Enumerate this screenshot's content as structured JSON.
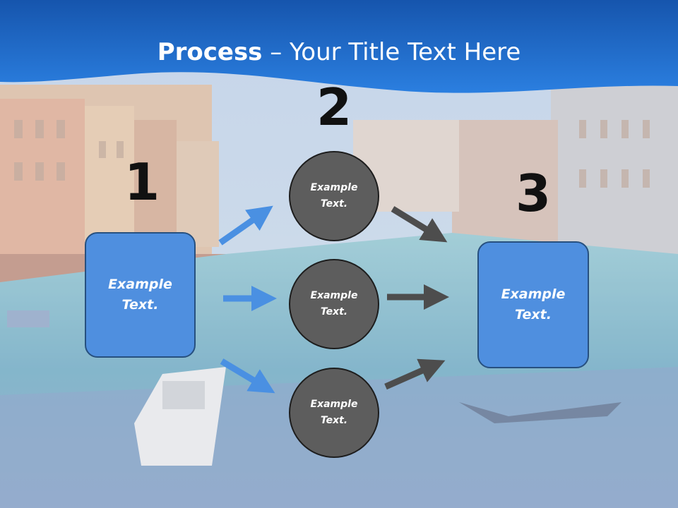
{
  "title": {
    "bold": "Process",
    "rest": " – Your Title Text Here"
  },
  "steps": [
    {
      "number": "1",
      "label_line1": "Example",
      "label_line2": "Text."
    },
    {
      "number": "2"
    },
    {
      "number": "3",
      "label_line1": "Example",
      "label_line2": "Text."
    }
  ],
  "circles": [
    {
      "line1": "Example",
      "line2": "Text."
    },
    {
      "line1": "Example",
      "line2": "Text."
    },
    {
      "line1": "Example",
      "line2": "Text."
    }
  ],
  "colors": {
    "header": "#1a63c4",
    "box": "#4f8fdf",
    "circle": "#5d5d5d",
    "blue_arrow": "#4a90e2",
    "gray_arrow": "#4d4d4d"
  }
}
